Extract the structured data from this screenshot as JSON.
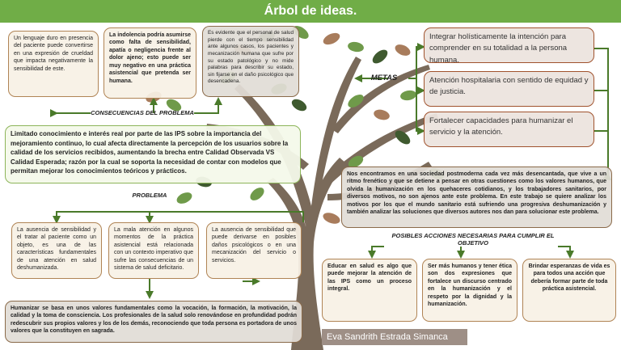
{
  "title": "Árbol de ideas.",
  "consequences": {
    "label": "CONSECUENCIAS DEL PROBLEMA",
    "items": [
      "Un lenguaje duro en presencia del paciente puede convertirse en una expresión de crueldad que impacta negativamente la sensibilidad de este.",
      "La indolencia podría asumirse como falta de sensibilidad, apatía o negligencia frente al dolor ajeno; esto puede ser muy negativo en una práctica asistencial que pretenda ser humana.",
      "Es evidente que el personal de salud pierde con el tiempo sensibilidad ante algunos casos, los pacientes y mecanización humana que sufre por su estado patológico y no mide palabras para describir su estado, sin fijarse en el daño psicológico que desencadena."
    ]
  },
  "problem": {
    "label": "PROBLEMA",
    "text": "Limitado conocimiento e interés real por parte de las IPS sobre la importancia del mejoramiento continuo, lo cual afecta directamente la percepción de los usuarios sobre la calidad de los servicios recibidos, aumentando la brecha entre Calidad Observada VS Calidad Esperada; razón por la cual se soporta la necesidad de contar con modelos que permitan mejorar los conocimientos teóricos y prácticos."
  },
  "causes": [
    "La ausencia de sensibilidad y el tratar al paciente como un objeto, es una de las características fundamentales de una atención en salud deshumanizada.",
    "La mala atención en algunos momentos de la práctica asistencial está relacionada con un contexto imperativo que sufre las consecuencias de un sistema de salud deficitario.",
    "La ausencia de sensibilidad que puede derivarse en posibles daños psicológicos o en una mecanización del servicio o servicios."
  ],
  "root": "Humanizar se basa en unos valores fundamentales como la vocación, la formación, la motivación, la calidad y la toma de consciencia. Los profesionales de la salud solo renovándose en profundidad podrán redescubrir sus propios valores y los de los demás, reconociendo que toda persona es portadora de unos valores que la constituyen en sagrada.",
  "goals": {
    "label": "METAS",
    "items": [
      "Integrar holísticamente la intención para comprender en su totalidad a la persona humana.",
      "Atención hospitalaria con sentido de equidad y de justicia.",
      "Fortalecer capacidades para humanizar el servicio y la atención."
    ]
  },
  "context": "Nos encontramos en una sociedad postmoderna cada vez más desencantada, que vive a un ritmo frenético y que se detiene a pensar en otras cuestiones como los valores humanos, que olvida la humanización en los quehaceres cotidianos, y los trabajadores sanitarios, por diversos motivos, no son ajenos ante este problema. En este trabajo se quiere analizar los motivos por los que el mundo sanitario está sufriendo una progresiva deshumanización y también analizar las soluciones que diversos autores nos dan para solucionar este problema.",
  "actions": {
    "label": "POSIBLES ACCIONES NECESARIAS PARA CUMPLIR EL OBJETIVO",
    "items": [
      "Educar en salud es algo que puede mejorar la atención de las IPS como un proceso integral.",
      "Ser más humanos y tener ética son dos expresiones que fortalece un discurso centrado en la humanización y el respeto por la dignidad y la humanización.",
      "Brindar esperanzas de vida es para todos una acción que debería formar parte de toda práctica asistencial."
    ]
  },
  "author": "Eva Sandrith Estrada Simanca",
  "colors": {
    "banner": "#70ad47",
    "trunk": "#7a6a5a",
    "leaf_green": "#6f9a4a",
    "leaf_dark": "#3f5a2f",
    "leaf_brown": "#a87c5c",
    "arrow": "#4a7a2a",
    "footer": "#9e8f86"
  }
}
